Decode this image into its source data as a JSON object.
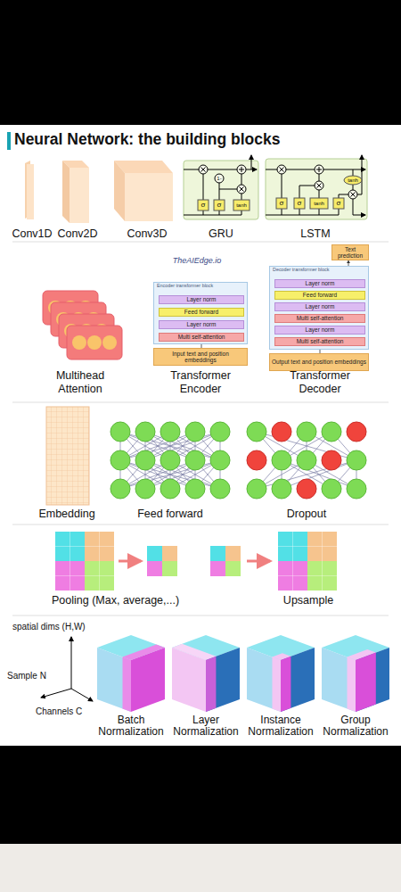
{
  "diagram": {
    "title": "Neural Network: the building blocks",
    "nodes": [
      {
        "text": [
          "Encoder transformer block"
        ]
      },
      {
        "text": [
          "Layer norm"
        ],
        "in": 0
      },
      {
        "text": [
          "Feed forward"
        ],
        "in": 0
      },
      {
        "text": [
          "Layer norm"
        ],
        "in": 0
      },
      {
        "text": [
          "Multi self-attention"
        ],
        "in": 0
      },
      {
        "text": [
          "Input text and position embeddings"
        ]
      },
      {
        "text": [
          "Text prediction"
        ]
      },
      {
        "text": [
          "Decoder transformer block"
        ]
      },
      {
        "text": [
          "Layer norm"
        ],
        "in": 7
      },
      {
        "text": [
          "Feed forward"
        ],
        "in": 7
      },
      {
        "text": [
          "Layer norm"
        ],
        "in": 7
      },
      {
        "text": [
          "Multi self-attention"
        ],
        "in": 7
      },
      {
        "text": [
          "Layer norm"
        ],
        "in": 7
      },
      {
        "text": [
          "Multi self-attention"
        ],
        "in": 7
      },
      {
        "text": [
          "Output text and position embeddings"
        ]
      }
    ],
    "edges": [
      {
        "from": 5,
        "to": 4,
        "arrow": "to"
      },
      {
        "from": 4,
        "to": 3,
        "arrow": "to"
      },
      {
        "from": 3,
        "to": 2,
        "arrow": "to"
      },
      {
        "from": 2,
        "to": 1,
        "arrow": "to"
      },
      {
        "from": 14,
        "to": 13,
        "arrow": "to"
      },
      {
        "from": 13,
        "to": 12,
        "arrow": "to"
      },
      {
        "from": 12,
        "to": 11,
        "arrow": "to"
      },
      {
        "from": 11,
        "to": 10,
        "arrow": "to"
      },
      {
        "from": 10,
        "to": 9,
        "arrow": "to"
      },
      {
        "from": 9,
        "to": 8,
        "arrow": "to"
      },
      {
        "from": 8,
        "to": 6,
        "arrow": "to"
      }
    ],
    "labels": [
      "Conv1D",
      "Conv2D",
      "Conv3D",
      "GRU",
      "LSTM",
      "1-",
      "σ",
      "σ",
      "tanh",
      "tanh",
      "σ",
      "σ",
      "tanh",
      "σ",
      "TheAIEdge.io",
      "Multihead Attention",
      "Transformer Encoder",
      "Transformer Decoder",
      "Embedding",
      "Feed forward",
      "Dropout",
      "Pooling (Max, average,...)",
      "Upsample",
      "spatial dims (H,W)",
      "Sample N",
      "Channels C",
      "Batch Normalization",
      "Layer Normalization",
      "Instance Normalization",
      "Group Normalization"
    ]
  }
}
